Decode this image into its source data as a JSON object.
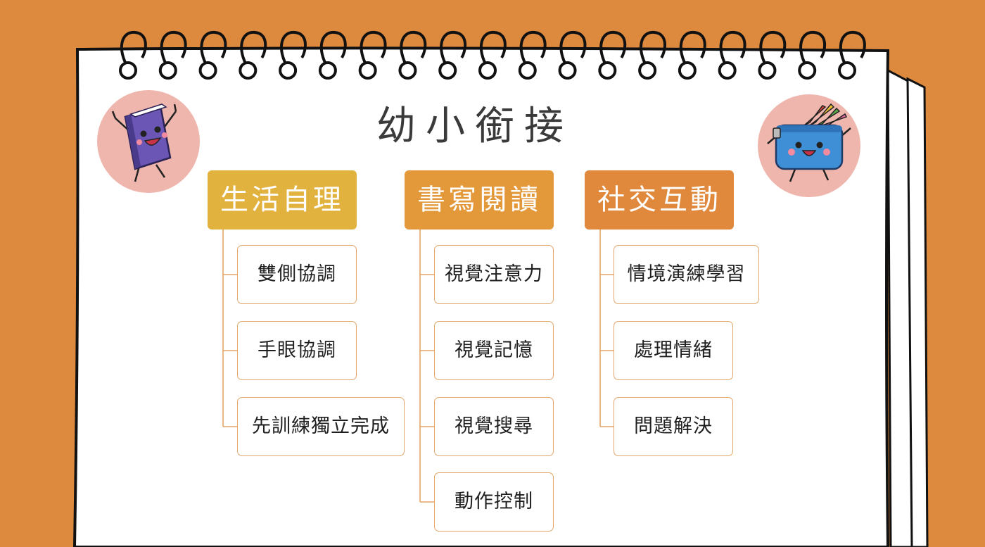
{
  "title": "幼小銜接",
  "colors": {
    "background": "#dd893e",
    "column_1_header": "#e2b23e",
    "column_2_header": "#e3983a",
    "column_3_header": "#e0883c",
    "box_border": "#e4a667",
    "connector": "#e4a667",
    "badge": "#efb6ad"
  },
  "icons": {
    "left_badge": "book-character-icon",
    "right_badge": "pencil-case-character-icon",
    "binding": "spiral-binding-icon"
  },
  "columns": [
    {
      "header": "生活自理",
      "items": [
        "雙側協調",
        "手眼協調",
        "先訓練獨立完成"
      ]
    },
    {
      "header": "書寫閱讀",
      "items": [
        "視覺注意力",
        "視覺記憶",
        "視覺搜尋",
        "動作控制"
      ]
    },
    {
      "header": "社交互動",
      "items": [
        "情境演練學習",
        "處理情緒",
        "問題解決"
      ]
    }
  ]
}
